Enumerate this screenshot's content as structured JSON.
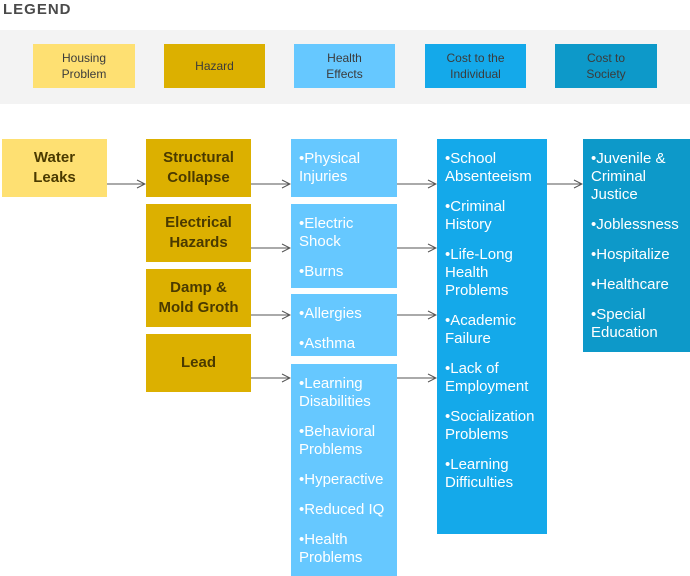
{
  "legend": {
    "title": "LEGEND",
    "items": [
      {
        "label": "Housing\nProblem",
        "color": "#fee072"
      },
      {
        "label": "Hazard",
        "color": "#dcb000"
      },
      {
        "label": "Health\nEffects",
        "color": "#66c8ff"
      },
      {
        "label": "Cost to the\nIndividual",
        "color": "#14a9ea"
      },
      {
        "label": "Cost to\nSociety",
        "color": "#0d99c9"
      }
    ]
  },
  "housing_problem": "Water\nLeaks",
  "hazards": [
    "Structural\nCollapse",
    "Electrical\nHazards",
    "Damp &\nMold Groth",
    "Lead"
  ],
  "health_effects": [
    [
      "•Physical\nInjuries"
    ],
    [
      "•Electric\nShock",
      "•Burns"
    ],
    [
      "•Allergies",
      "•Asthma"
    ],
    [
      "•Learning\nDisabilities",
      "•Behavioral\nProblems",
      "•Hyperactive",
      "•Reduced IQ",
      "•Health\nProblems"
    ]
  ],
  "individual_costs": [
    "•School\nAbsenteeism",
    "•Criminal\nHistory",
    "•Life-Long\nHealth\nProblems",
    "•Academic\nFailure",
    "•Lack of\nEmployment",
    "•Socialization\nProblems",
    "•Learning\nDifficulties"
  ],
  "society_costs": [
    "•Juvenile &\nCriminal\nJustice",
    "•Joblessness",
    "•Hospitalize",
    "•Healthcare",
    "•Special\nEducation"
  ]
}
